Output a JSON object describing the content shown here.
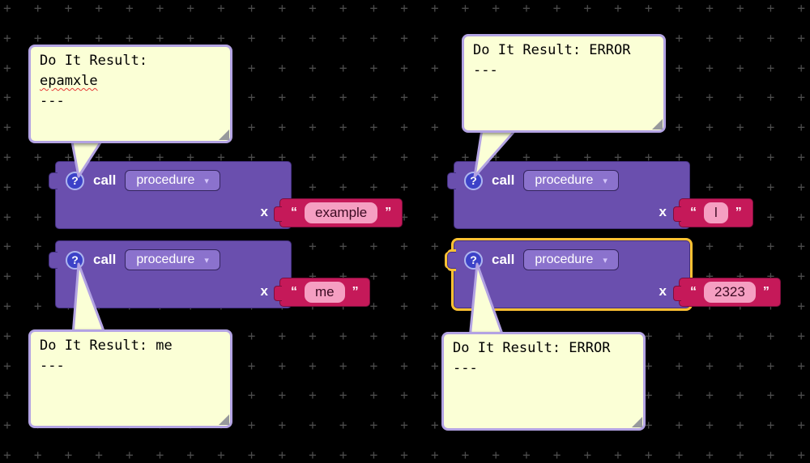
{
  "workspace": {
    "grid_glyph": "+",
    "background_color": "#000000",
    "grid_color": "#4b4b4b"
  },
  "colors": {
    "block_fill": "#6a4fae",
    "block_border": "#43307f",
    "dropdown_fill": "#8b72cd",
    "selection_outline": "#ffc233",
    "string_block_fill": "#c51959",
    "string_field_fill": "#f59fc2",
    "comment_fill": "#fbffd6",
    "comment_border": "#b3a3e3",
    "help_icon_fill": "#3c42c8"
  },
  "blocks": {
    "help_glyph": "?",
    "call_label": "call",
    "dropdown_label": "procedure",
    "dropdown_arrow": "▾",
    "param_label": "x",
    "open_quote": "“",
    "close_quote": "”",
    "args": {
      "top_left": "example",
      "top_right": "l",
      "mid_left": "me",
      "mid_right": "2323"
    }
  },
  "comments": {
    "top_left": {
      "lines": [
        "Do It Result:",
        "epamxle",
        "---"
      ]
    },
    "top_right": {
      "lines": [
        "Do It Result: ERROR",
        "---"
      ]
    },
    "bottom_left": {
      "lines": [
        "Do It Result: me",
        "---"
      ]
    },
    "bottom_right": {
      "lines": [
        "Do It Result: ERROR",
        "---"
      ]
    }
  }
}
